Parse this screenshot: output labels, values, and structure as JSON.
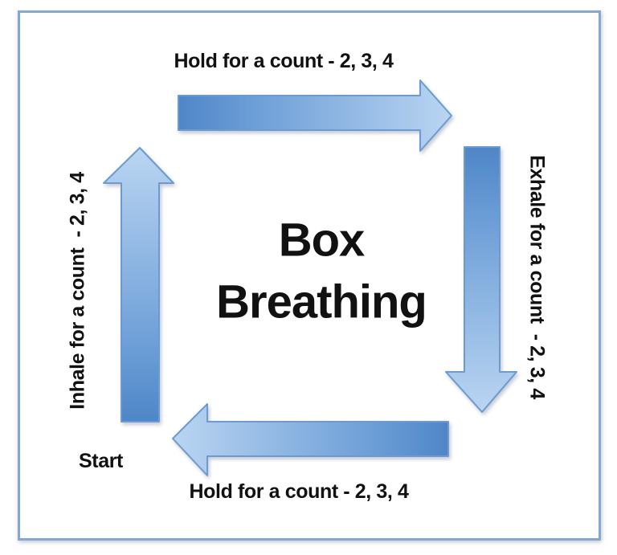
{
  "diagram": {
    "title_line1": "Box",
    "title_line2": "Breathing",
    "start_label": "Start",
    "arrows": [
      {
        "position": "top",
        "direction": "right",
        "label": "Hold for a count - 2, 3, 4"
      },
      {
        "position": "right",
        "direction": "down",
        "label": "Exhale for a count  - 2, 3, 4"
      },
      {
        "position": "bottom",
        "direction": "left",
        "label": "Hold for a count - 2, 3, 4"
      },
      {
        "position": "left",
        "direction": "up",
        "label": "Inhale for a count  - 2, 3, 4"
      }
    ],
    "colors": {
      "arrow_dark": "#4e86c7",
      "arrow_mid": "#6fa0d8",
      "arrow_light": "#bad5f2",
      "arrow_outline": "#6d9ad0",
      "border_color": "#84a8d2",
      "text_color": "#111111",
      "bg": "#ffffff"
    }
  }
}
